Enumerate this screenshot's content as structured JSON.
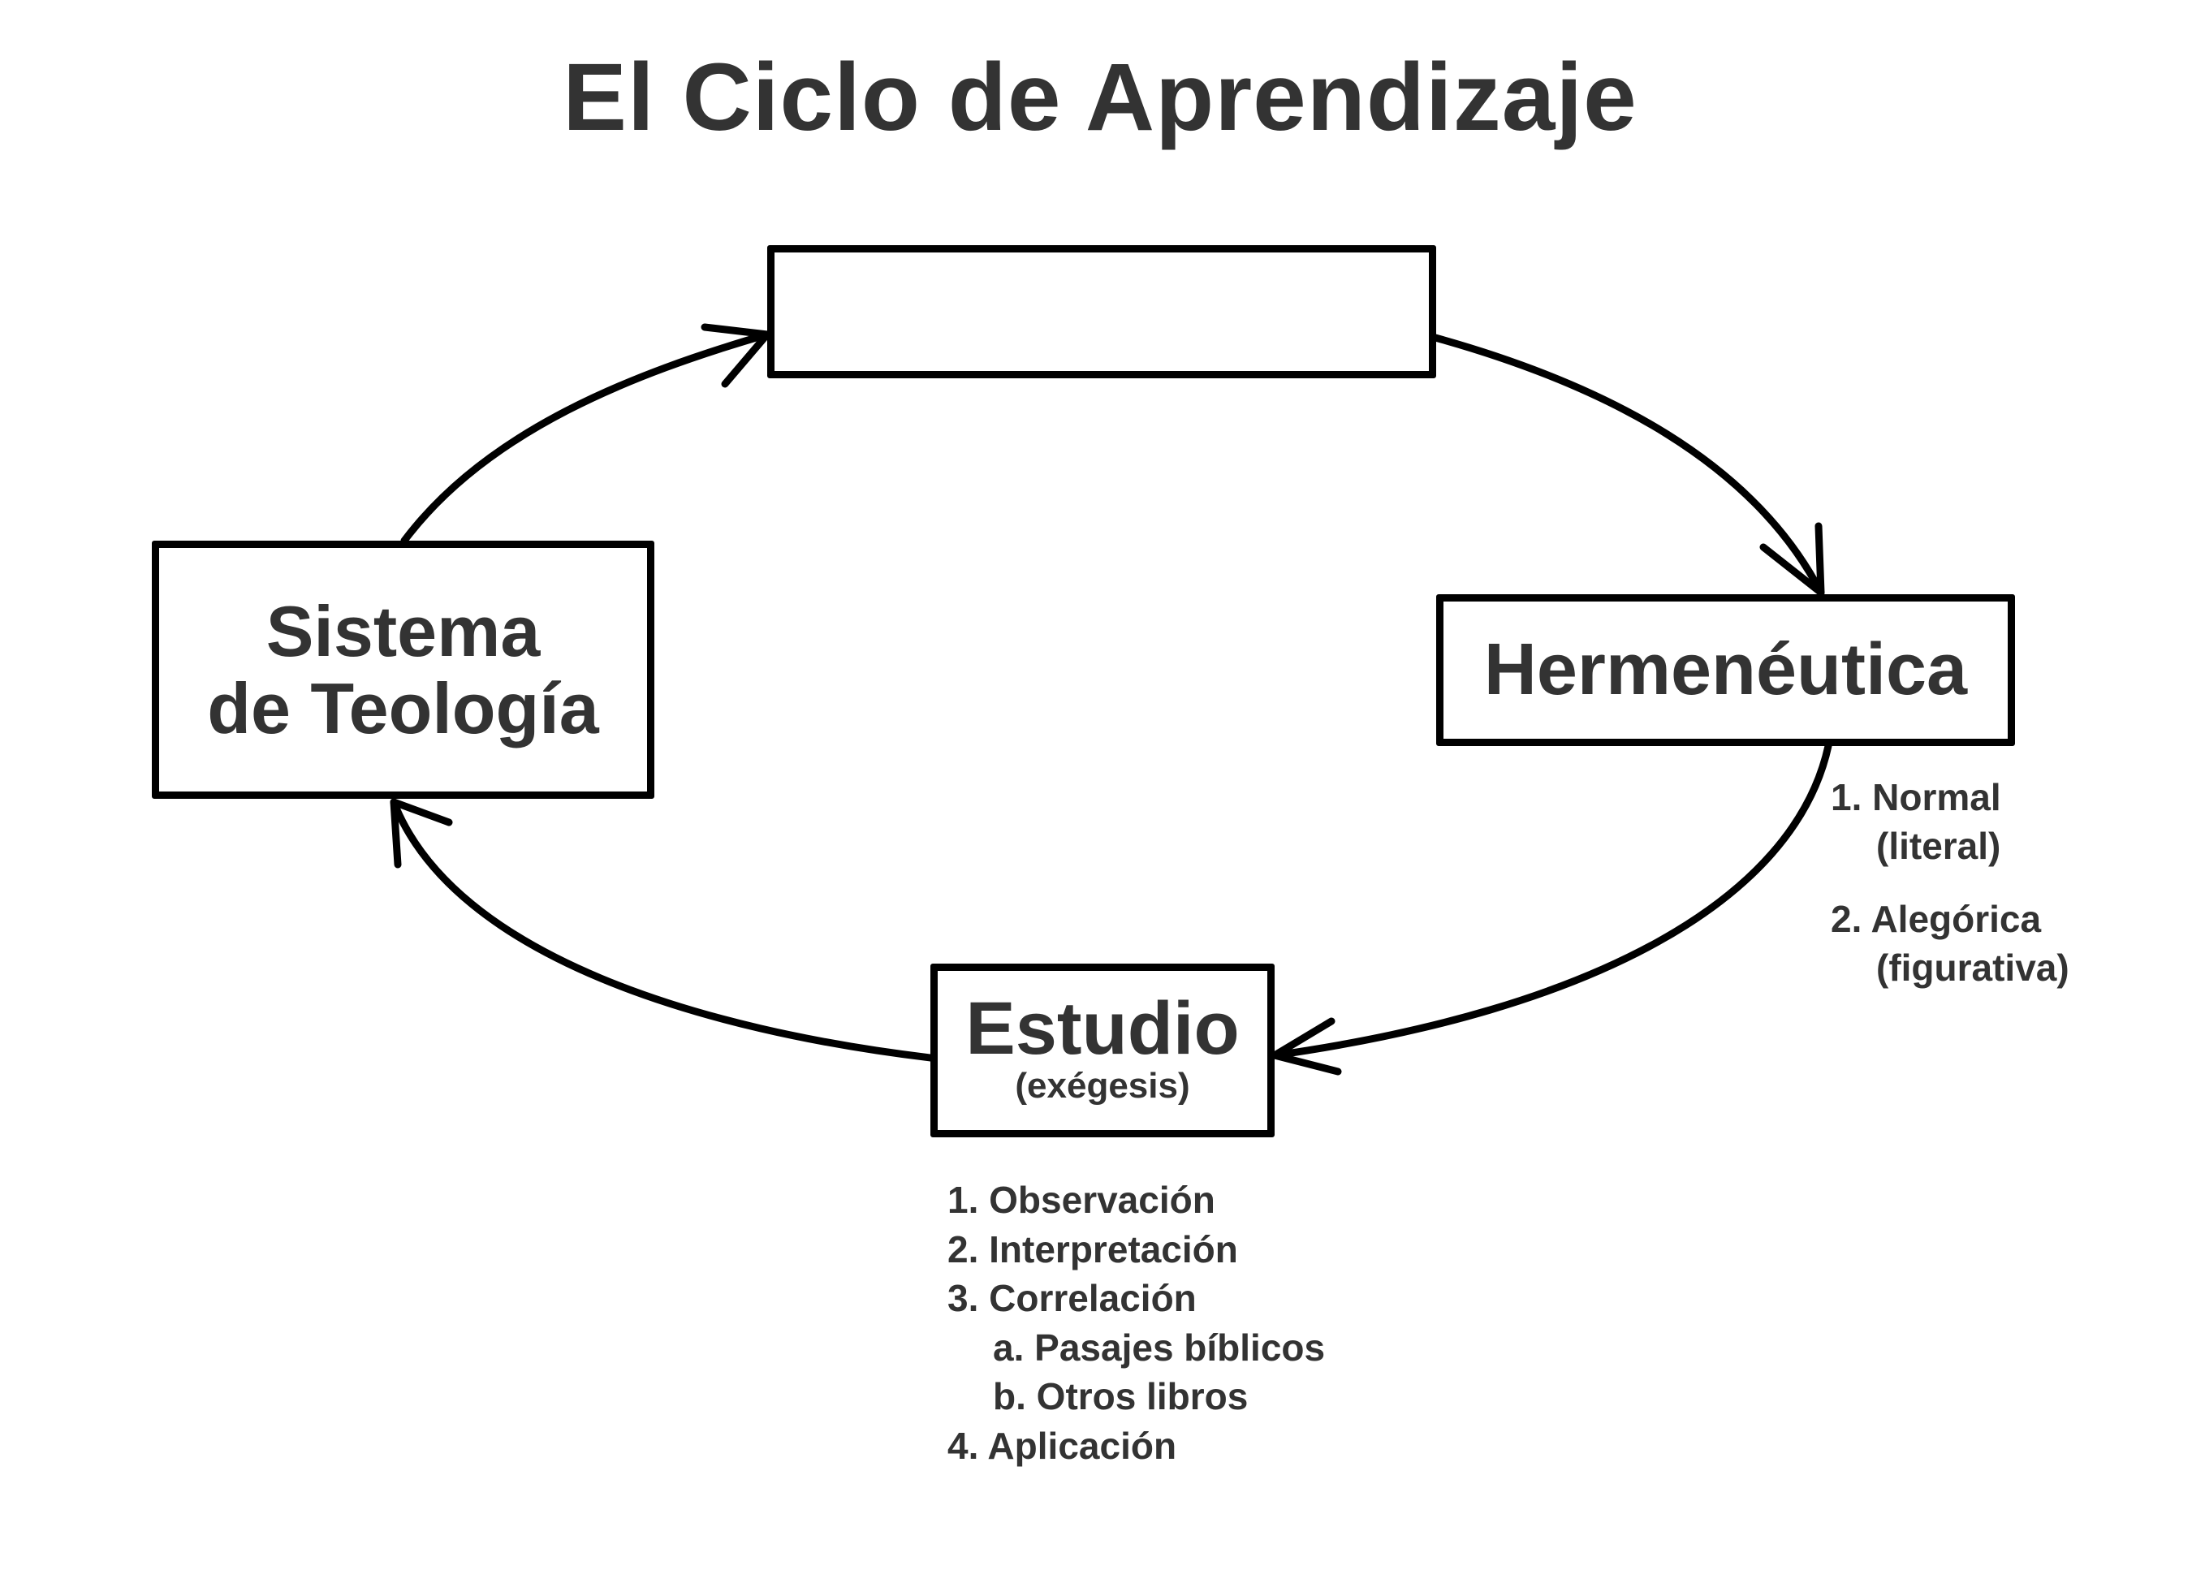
{
  "title": "El Ciclo de Aprendizaje",
  "colors": {
    "text": "#333333",
    "stroke": "#000000",
    "background": "#ffffff"
  },
  "nodes": {
    "top": {
      "label": ""
    },
    "left": {
      "line1": "Sistema",
      "line2": "de Teología"
    },
    "right": {
      "label": "Hermenéutica"
    },
    "bottom": {
      "label": "Estudio",
      "sublabel": "(exégesis)"
    }
  },
  "hermeneutica_list": [
    {
      "number": "1.",
      "line1": "Normal",
      "line2": "(literal)"
    },
    {
      "number": "2.",
      "line1": "Alegórica",
      "line2": "(figurativa)"
    }
  ],
  "estudio_list": [
    {
      "text": "1. Observación"
    },
    {
      "text": "2. Interpretación"
    },
    {
      "text": "3. Correlación"
    },
    {
      "text": "a. Pasajes bíblicos",
      "indent": true
    },
    {
      "text": "b. Otros libros",
      "indent": true
    },
    {
      "text": "4. Aplicación"
    }
  ],
  "edges": [
    {
      "from": "left",
      "to": "top"
    },
    {
      "from": "top",
      "to": "right"
    },
    {
      "from": "right",
      "to": "bottom"
    },
    {
      "from": "bottom",
      "to": "left"
    }
  ]
}
